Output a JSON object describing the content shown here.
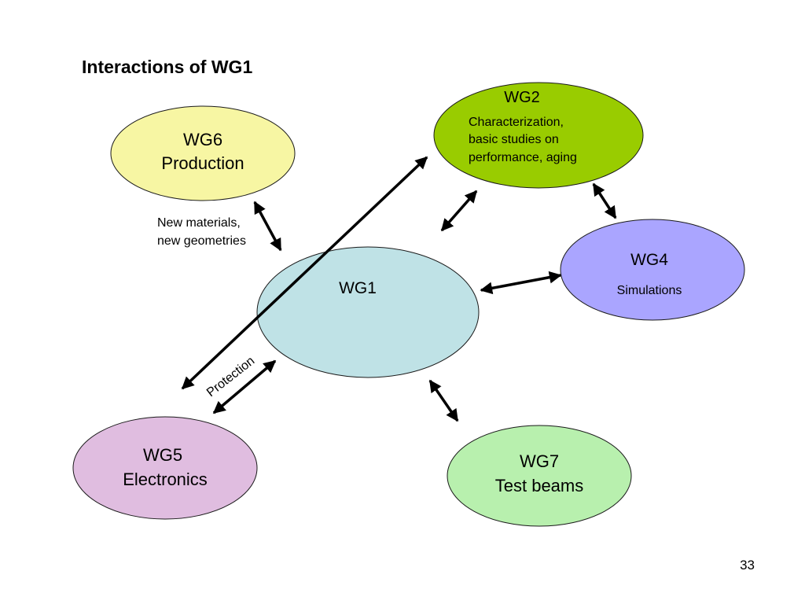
{
  "title": "Interactions of WG1",
  "slide_number": "33",
  "colors": {
    "wg1": "#bfe2e6",
    "wg2": "#99cc00",
    "wg4": "#aaa5ff",
    "wg5": "#e0bde0",
    "wg6": "#f7f6a3",
    "wg7": "#b8f0ae",
    "outline": "#1a1a1a",
    "arrow": "#000000"
  },
  "nodes": {
    "wg1": {
      "name": "WG1"
    },
    "wg2": {
      "name": "WG2",
      "lines": [
        "Characterization,",
        "basic studies on",
        "performance, aging"
      ]
    },
    "wg4": {
      "name": "WG4",
      "subtitle": "Simulations"
    },
    "wg5": {
      "name": "WG5",
      "subtitle": "Electronics"
    },
    "wg6": {
      "name": "WG6",
      "subtitle": "Production"
    },
    "wg7": {
      "name": "WG7",
      "subtitle": "Test beams"
    }
  },
  "edge_labels": {
    "wg6_wg1": [
      "New materials,",
      "new geometries"
    ],
    "wg5_wg1": "Protection"
  }
}
